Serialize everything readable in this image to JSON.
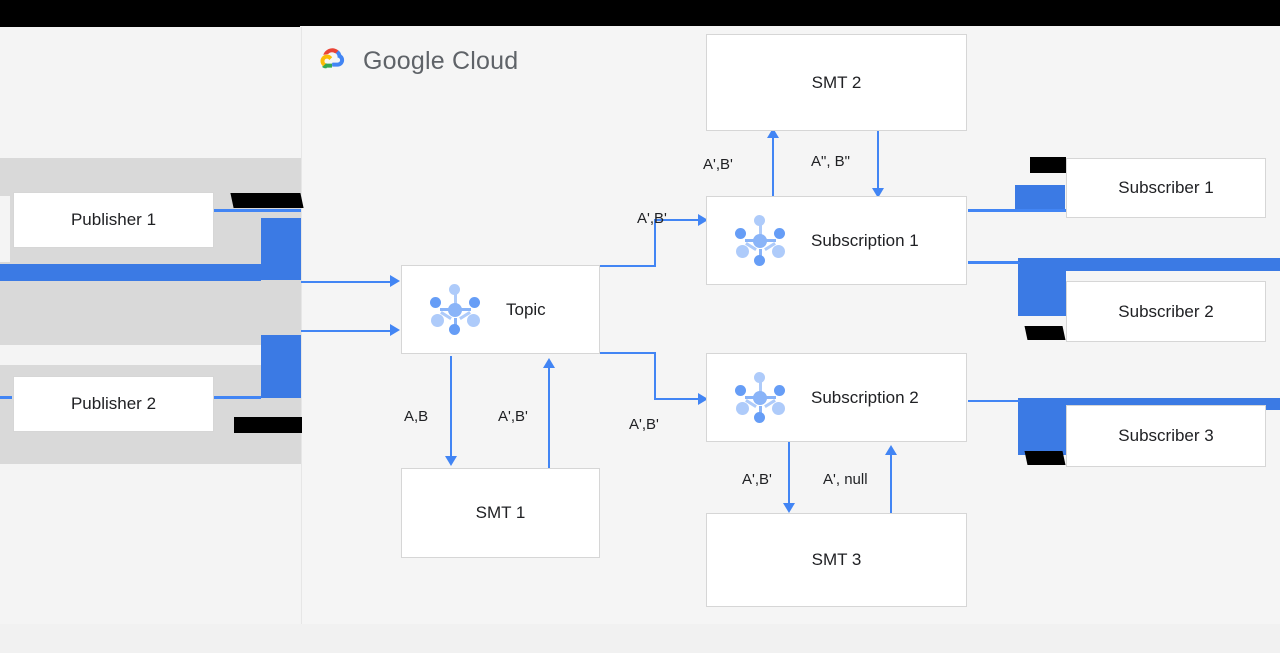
{
  "brand": {
    "logo_text_1": "Google",
    "logo_text_2": "Cloud",
    "accent_blue": "#4285f4",
    "icon_blue": "#8ab4f8",
    "panel_bg": "#f5f5f5",
    "page_bg": "#f4f4f4"
  },
  "nodes": {
    "publisher_1": "Publisher 1",
    "publisher_2": "Publisher 2",
    "topic": "Topic",
    "smt_1": "SMT 1",
    "smt_2": "SMT 2",
    "smt_3": "SMT 3",
    "subscription_1": "Subscription 1",
    "subscription_2": "Subscription 2",
    "subscriber_1": "Subscriber 1",
    "subscriber_2": "Subscriber 2",
    "subscriber_3": "Subscriber 3"
  },
  "edge_labels": {
    "topic_to_smt1": "A,B",
    "smt1_to_topic": "A',B'",
    "topic_to_sub1": "A',B'",
    "topic_to_sub2": "A',B'",
    "sub1_to_smt2": "A',B'",
    "smt2_to_sub1": "A\", B\"",
    "sub2_to_smt3": "A',B'",
    "smt3_to_sub2": "A', null"
  },
  "icons": {
    "pubsub": "pubsub-hub-icon",
    "cloud": "google-cloud-logo-icon"
  }
}
